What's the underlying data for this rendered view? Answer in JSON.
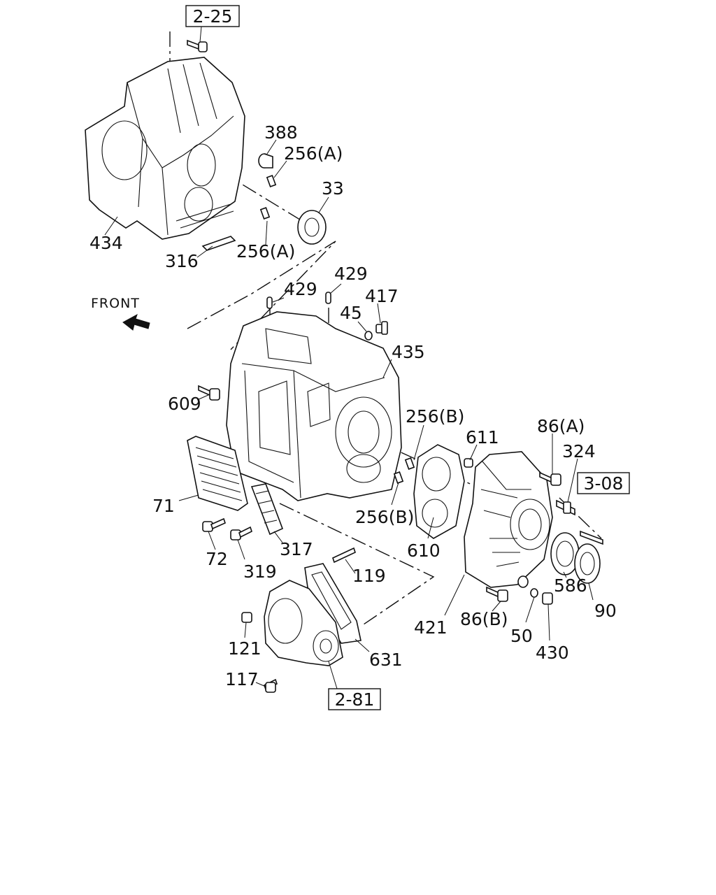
{
  "diagram": {
    "orientation_label": "FRONT",
    "ref_boxes": [
      {
        "id": "ref-2-25",
        "text": "2-25"
      },
      {
        "id": "ref-3-08",
        "text": "3-08"
      },
      {
        "id": "ref-2-81",
        "text": "2-81"
      }
    ],
    "callouts": [
      {
        "id": "c388",
        "text": "388"
      },
      {
        "id": "c256a-1",
        "text": "256(A)"
      },
      {
        "id": "c33",
        "text": "33"
      },
      {
        "id": "c434",
        "text": "434"
      },
      {
        "id": "c316",
        "text": "316"
      },
      {
        "id": "c256a-2",
        "text": "256(A)"
      },
      {
        "id": "c429-1",
        "text": "429"
      },
      {
        "id": "c429-2",
        "text": "429"
      },
      {
        "id": "c417",
        "text": "417"
      },
      {
        "id": "c45",
        "text": "45"
      },
      {
        "id": "c435",
        "text": "435"
      },
      {
        "id": "c609",
        "text": "609"
      },
      {
        "id": "c256b-1",
        "text": "256(B)"
      },
      {
        "id": "c611",
        "text": "611"
      },
      {
        "id": "c86a",
        "text": "86(A)"
      },
      {
        "id": "c324",
        "text": "324"
      },
      {
        "id": "c71",
        "text": "71"
      },
      {
        "id": "c256b-2",
        "text": "256(B)"
      },
      {
        "id": "c72",
        "text": "72"
      },
      {
        "id": "c319",
        "text": "319"
      },
      {
        "id": "c317",
        "text": "317"
      },
      {
        "id": "c610",
        "text": "610"
      },
      {
        "id": "c586",
        "text": "586"
      },
      {
        "id": "c90",
        "text": "90"
      },
      {
        "id": "c119",
        "text": "119"
      },
      {
        "id": "c421",
        "text": "421"
      },
      {
        "id": "c86b",
        "text": "86(B)"
      },
      {
        "id": "c50",
        "text": "50"
      },
      {
        "id": "c430",
        "text": "430"
      },
      {
        "id": "c121",
        "text": "121"
      },
      {
        "id": "c631",
        "text": "631"
      },
      {
        "id": "c117",
        "text": "117"
      }
    ]
  }
}
